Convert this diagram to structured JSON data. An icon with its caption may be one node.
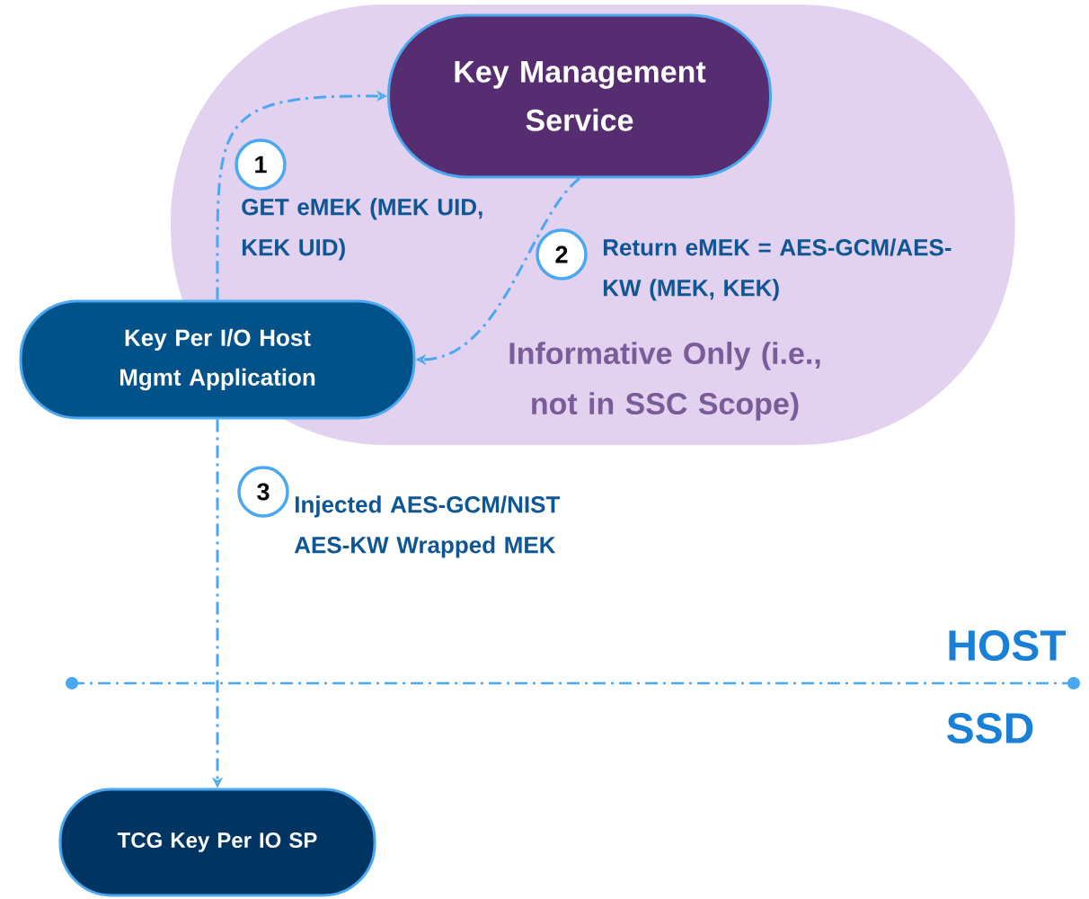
{
  "diagram": {
    "nodes": [
      {
        "text": [
          "Informative Only (i.e., not in SSC Scope)"
        ]
      },
      {
        "text": [
          "Key Management Service"
        ],
        "in": 0
      },
      {
        "text": [
          "1"
        ],
        "in": 0
      },
      {
        "text": [
          "2"
        ],
        "in": 0
      },
      {
        "text": [
          "Key Per I/O Host Mgmt Application"
        ]
      },
      {
        "text": [
          "3"
        ]
      },
      {
        "text": [
          "TCG Key Per IO SP"
        ]
      }
    ],
    "edges": [
      {
        "from": 4,
        "to": 1,
        "arrow": "to",
        "label": "GET eMEK (MEK UID, KEK UID)"
      },
      {
        "from": 1,
        "to": 4,
        "arrow": "to",
        "label": "Return eMEK = AES-GCM/AES-KW (MEK, KEK)"
      },
      {
        "from": 4,
        "to": 6,
        "arrow": "to",
        "label": "Injected AES-GCM/NIST AES-KW Wrapped MEK"
      }
    ],
    "labels": [
      "HOST",
      "SSD"
    ]
  }
}
